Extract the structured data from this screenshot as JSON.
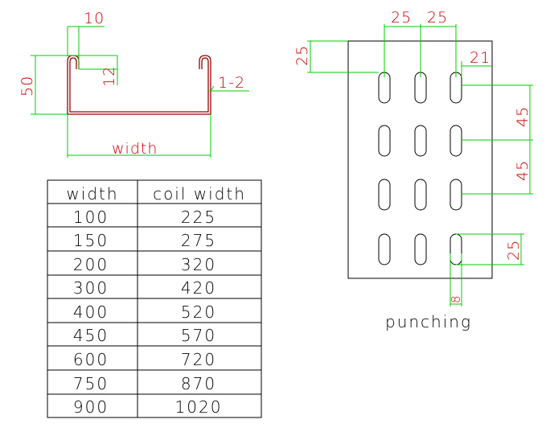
{
  "colors": {
    "dimension": "#00cc00",
    "dimension_text": "#cc0000",
    "profile": "#990000",
    "outline": "#000000"
  },
  "profile_view": {
    "dims": {
      "lip": "10",
      "lip_depth": "12",
      "height": "50",
      "thickness": "1-2",
      "width": "width"
    }
  },
  "table": {
    "headers": [
      "width",
      "coil width"
    ],
    "rows": [
      [
        "100",
        "225"
      ],
      [
        "150",
        "275"
      ],
      [
        "200",
        "320"
      ],
      [
        "300",
        "420"
      ],
      [
        "400",
        "520"
      ],
      [
        "450",
        "570"
      ],
      [
        "600",
        "720"
      ],
      [
        "750",
        "870"
      ],
      [
        "900",
        "1020"
      ]
    ]
  },
  "punching_view": {
    "caption": "punching",
    "dims": {
      "pitch_x_1": "25",
      "pitch_x_2": "25",
      "top_offset": "25",
      "edge_offset": "21",
      "pitch_y_1": "45",
      "pitch_y_2": "45",
      "slot_length": "25",
      "slot_width": "8"
    }
  }
}
